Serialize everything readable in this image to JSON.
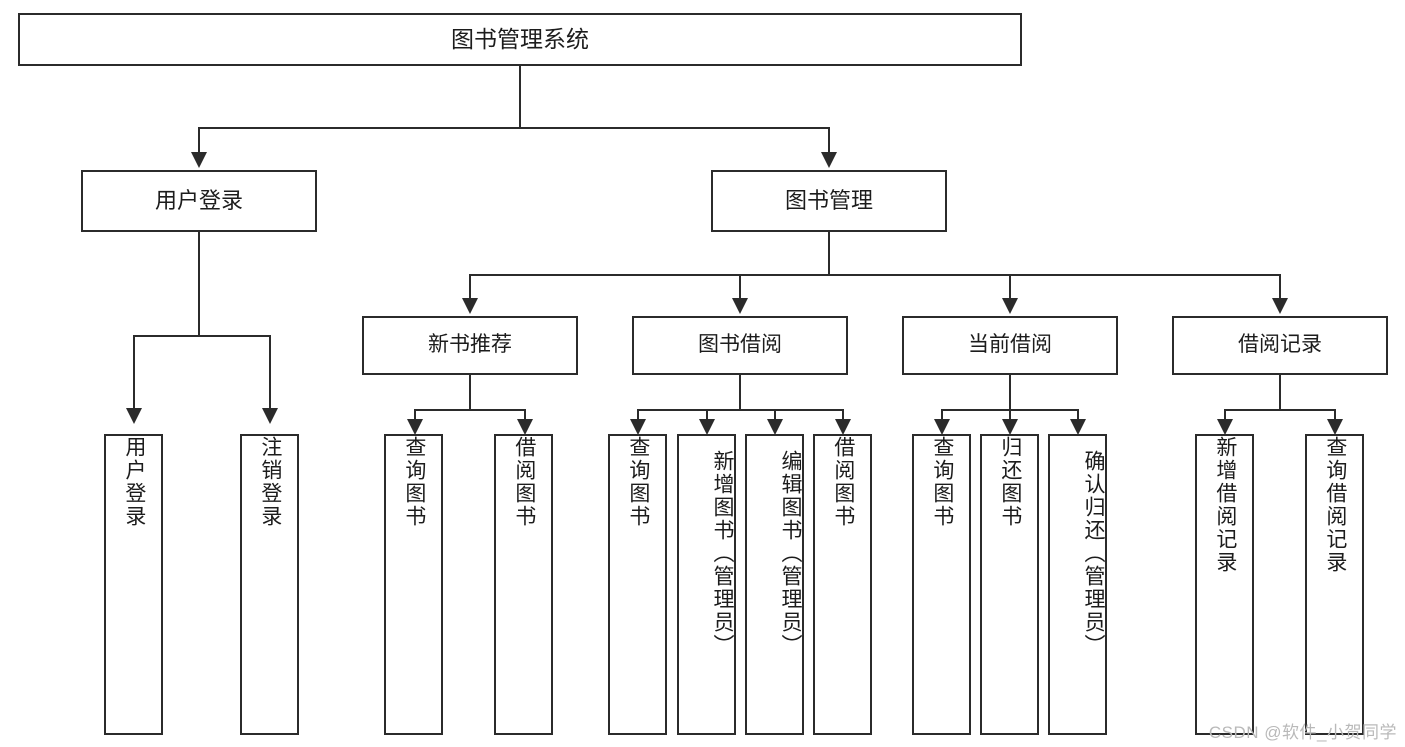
{
  "diagram": {
    "type": "tree",
    "title": "图书管理系统",
    "root": {
      "id": "root",
      "label": "图书管理系统"
    },
    "level2": [
      {
        "id": "user-login",
        "label": "用户登录"
      },
      {
        "id": "book-management",
        "label": "图书管理"
      }
    ],
    "level3": [
      {
        "id": "new-book-recommend",
        "label": "新书推荐",
        "parent": "book-management"
      },
      {
        "id": "book-borrow",
        "label": "图书借阅",
        "parent": "book-management"
      },
      {
        "id": "current-borrow",
        "label": "当前借阅",
        "parent": "book-management"
      },
      {
        "id": "borrow-record",
        "label": "借阅记录",
        "parent": "book-management"
      }
    ],
    "leaves": [
      {
        "id": "leaf-user-login",
        "label": "用户登录",
        "parent": "user-login"
      },
      {
        "id": "leaf-logout-login",
        "label": "注销登录",
        "parent": "user-login"
      },
      {
        "id": "leaf-query-book-1",
        "label": "查询图书",
        "parent": "new-book-recommend"
      },
      {
        "id": "leaf-borrow-book-1",
        "label": "借阅图书",
        "parent": "new-book-recommend"
      },
      {
        "id": "leaf-query-book-2",
        "label": "查询图书",
        "parent": "book-borrow"
      },
      {
        "id": "leaf-add-book",
        "label": "新增图书（管理员）",
        "parent": "book-borrow"
      },
      {
        "id": "leaf-edit-book",
        "label": "编辑图书（管理员）",
        "parent": "book-borrow"
      },
      {
        "id": "leaf-borrow-book-2",
        "label": "借阅图书",
        "parent": "book-borrow"
      },
      {
        "id": "leaf-query-book-3",
        "label": "查询图书",
        "parent": "current-borrow"
      },
      {
        "id": "leaf-return-book",
        "label": "归还图书",
        "parent": "current-borrow"
      },
      {
        "id": "leaf-confirm-return",
        "label": "确认归还（管理员）",
        "parent": "current-borrow"
      },
      {
        "id": "leaf-add-record",
        "label": "新增借阅记录",
        "parent": "borrow-record"
      },
      {
        "id": "leaf-query-record",
        "label": "查询借阅记录",
        "parent": "borrow-record"
      }
    ],
    "colors": {
      "stroke": "#2b2b2b",
      "fill": "#ffffff",
      "text": "#1c1c1c",
      "watermark": "#b9b9b9"
    }
  },
  "watermark": {
    "text": "CSDN @软件_小贺同学"
  }
}
